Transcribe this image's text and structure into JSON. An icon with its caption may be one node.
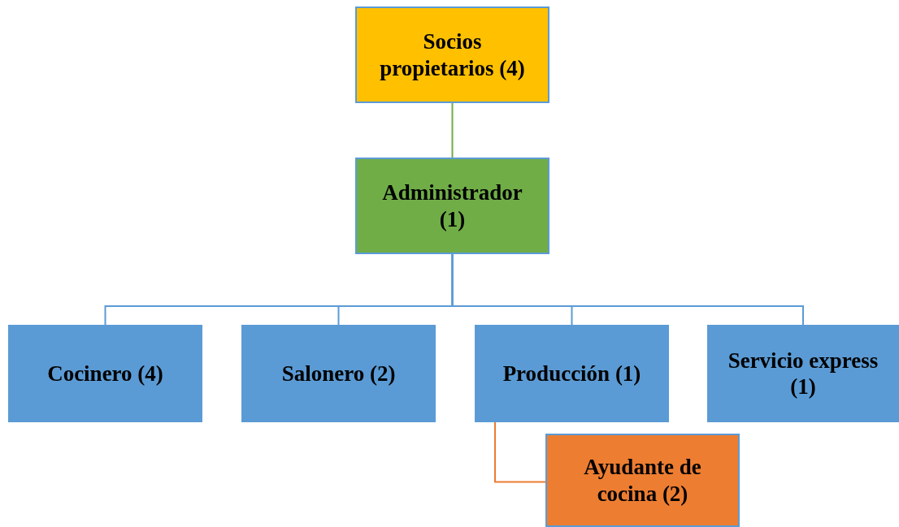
{
  "diagram": {
    "nodes": [
      {
        "text": [
          "Socios propietarios (4)"
        ]
      },
      {
        "text": [
          "Administrador (1)"
        ]
      },
      {
        "text": [
          "Cocinero (4)"
        ]
      },
      {
        "text": [
          "Salonero (2)"
        ]
      },
      {
        "text": [
          "Producción (1)"
        ]
      },
      {
        "text": [
          "Servicio express (1)"
        ]
      },
      {
        "text": [
          "Ayudante de cocina (2)"
        ]
      }
    ],
    "edges": [
      {
        "from": 0,
        "to": 1,
        "arrow": "none",
        "color": "#70ad47"
      },
      {
        "from": 1,
        "to": 2,
        "arrow": "none"
      },
      {
        "from": 1,
        "to": 3,
        "arrow": "none"
      },
      {
        "from": 1,
        "to": 4,
        "arrow": "none"
      },
      {
        "from": 1,
        "to": 5,
        "arrow": "none"
      },
      {
        "from": 4,
        "to": 6,
        "arrow": "none",
        "color": "#ed7d31"
      }
    ]
  }
}
